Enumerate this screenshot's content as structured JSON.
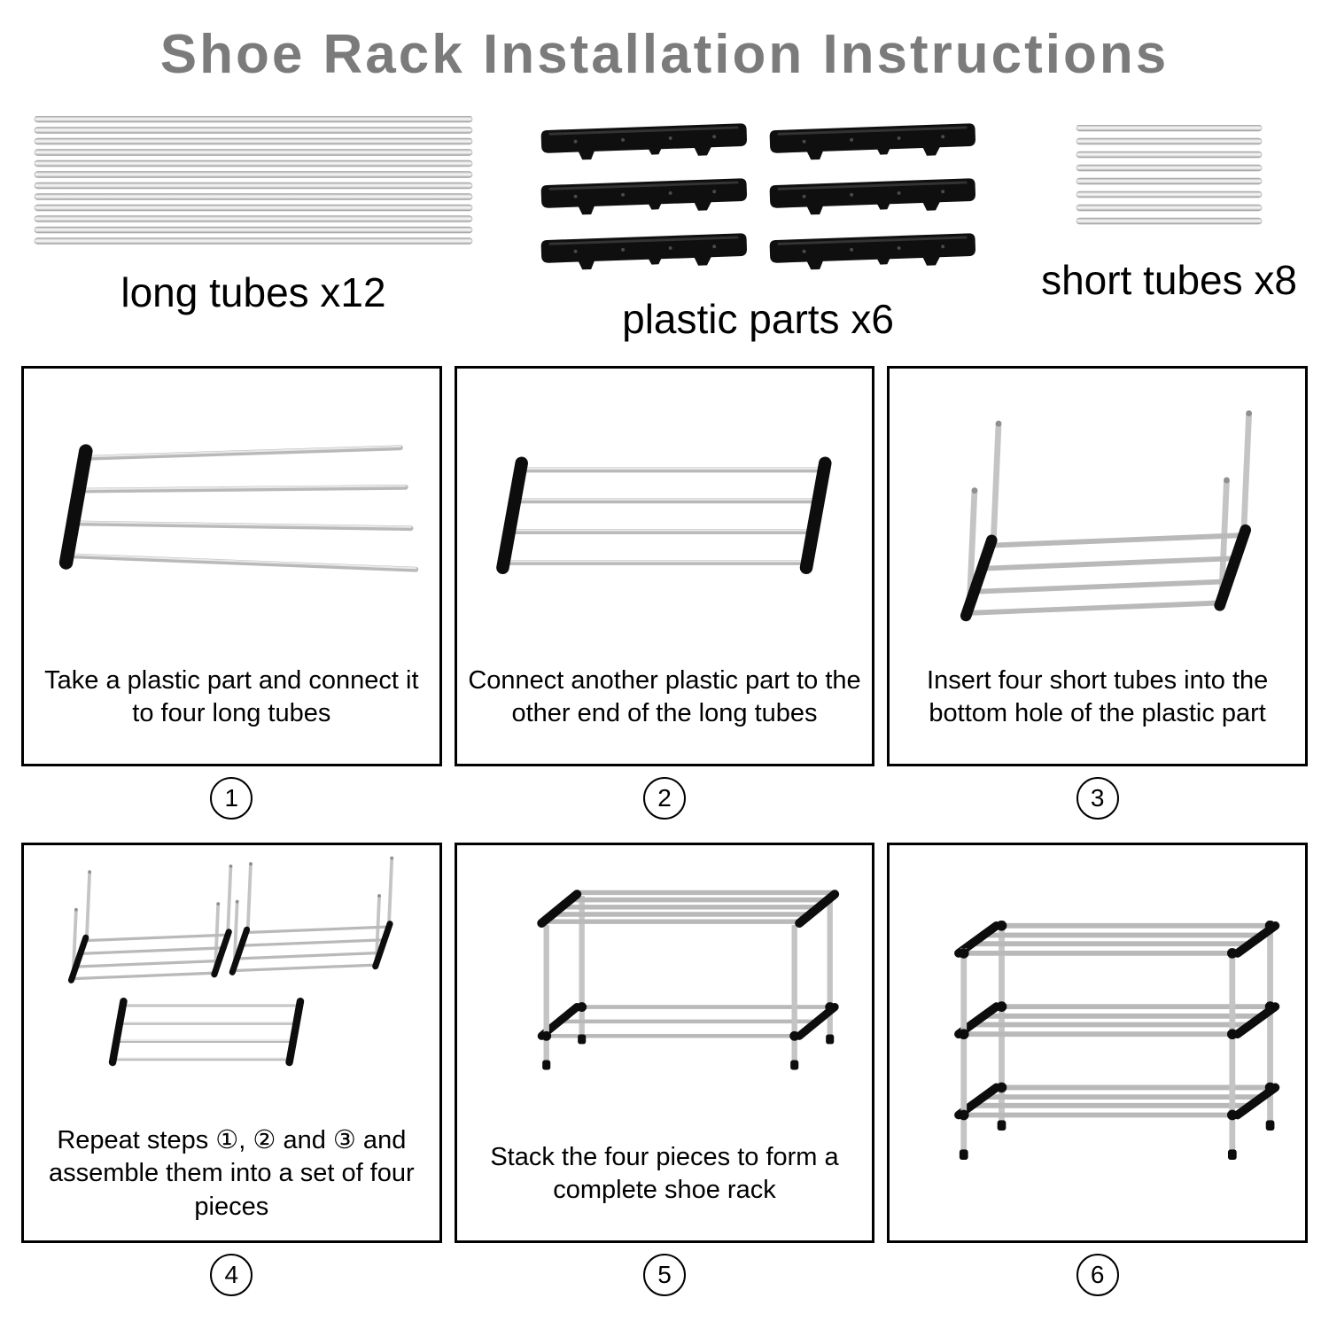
{
  "title": "Shoe Rack Installation Instructions",
  "colors": {
    "title": "#7b7b7b",
    "tube": "#c6c6c6",
    "plastic": "#101010"
  },
  "parts": [
    {
      "label": "long tubes x12",
      "count": 12
    },
    {
      "label": "plastic parts x6",
      "count": 6
    },
    {
      "label": "short tubes x8",
      "count": 8
    }
  ],
  "steps": [
    {
      "digit": "1",
      "caption": "Take a plastic part and connect it to four long tubes"
    },
    {
      "digit": "2",
      "caption": "Connect another plastic part to the other end of the long tubes"
    },
    {
      "digit": "3",
      "caption": "Insert four short tubes into the bottom hole of the plastic part"
    },
    {
      "digit": "4",
      "caption": "Repeat steps ①, ② and ③ and assemble them into a set of four pieces"
    },
    {
      "digit": "5",
      "caption": "Stack the four pieces to form a complete shoe rack"
    },
    {
      "digit": "6",
      "caption": ""
    }
  ]
}
